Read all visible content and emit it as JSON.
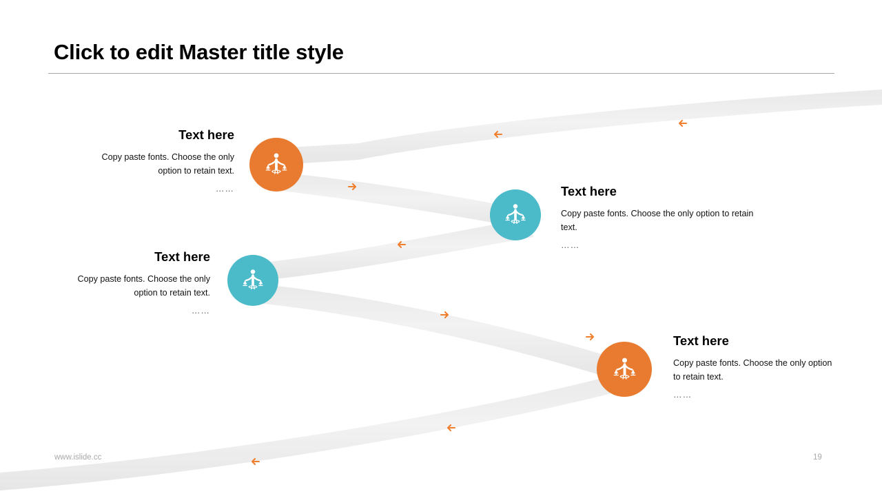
{
  "slide": {
    "title": "Click to edit Master title style",
    "footer_url": "www.islide.cc",
    "page_number": "19"
  },
  "colors": {
    "orange": "#E87B30",
    "teal": "#4BBAC9",
    "ribbon": "#EFEFEF",
    "ribbon_edge": "#E4E4E4",
    "arrow": "#F07F2D",
    "rule": "#A6A6A6",
    "footer_text": "#A8A8A8"
  },
  "items": [
    {
      "title": "Text here",
      "body": "Copy paste fonts. Choose the only option to retain text.",
      "dots": "……",
      "color": "#E87B30",
      "icon": "person-scales-icon",
      "align": "right"
    },
    {
      "title": "Text here",
      "body": "Copy paste fonts. Choose the only option to retain text.",
      "dots": "……",
      "color": "#4BBAC9",
      "icon": "person-scales-icon",
      "align": "left"
    },
    {
      "title": "Text here",
      "body": "Copy paste fonts. Choose the only option to retain text.",
      "dots": "……",
      "color": "#4BBAC9",
      "icon": "person-scales-icon",
      "align": "right"
    },
    {
      "title": "Text here",
      "body": "Copy paste fonts. Choose the only option to retain text.",
      "dots": "……",
      "color": "#E87B30",
      "icon": "person-scales-icon",
      "align": "left"
    }
  ],
  "arrows": [
    {
      "name": "ribbon-arrow-left-1",
      "direction": "left"
    },
    {
      "name": "ribbon-arrow-left-2",
      "direction": "left"
    },
    {
      "name": "ribbon-arrow-right-1",
      "direction": "right"
    },
    {
      "name": "ribbon-arrow-left-3",
      "direction": "left"
    },
    {
      "name": "ribbon-arrow-right-2",
      "direction": "right"
    },
    {
      "name": "ribbon-arrow-right-3",
      "direction": "right"
    },
    {
      "name": "ribbon-arrow-left-4",
      "direction": "left"
    },
    {
      "name": "ribbon-arrow-left-5",
      "direction": "left"
    }
  ]
}
